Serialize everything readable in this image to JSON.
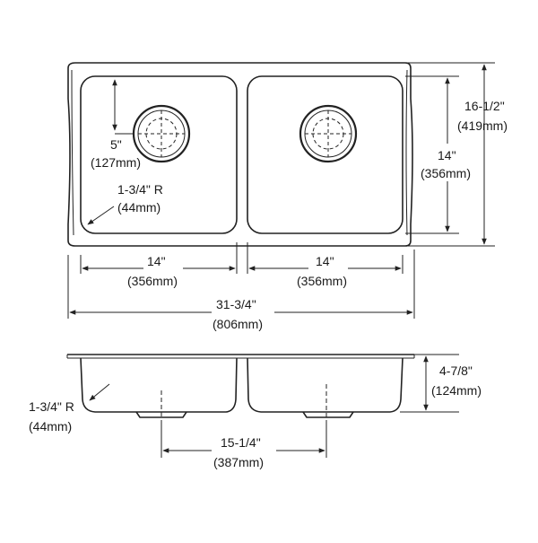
{
  "top_view": {
    "bowl_left_width": {
      "in": "14\"",
      "mm": "(356mm)"
    },
    "bowl_right_width": {
      "in": "14\"",
      "mm": "(356mm)"
    },
    "overall_width": {
      "in": "31-3/4\"",
      "mm": "(806mm)"
    },
    "overall_depth": {
      "in": "16-1/2\"",
      "mm": "(419mm)"
    },
    "bowl_depth": {
      "in": "14\"",
      "mm": "(356mm)"
    },
    "drain_offset": {
      "in": "5\"",
      "mm": "(127mm)"
    },
    "corner_radius": {
      "in": "1-3/4\" R",
      "mm": "(44mm)"
    }
  },
  "side_view": {
    "corner_radius": {
      "in": "1-3/4\" R",
      "mm": "(44mm)"
    },
    "drain_spacing": {
      "in": "15-1/4\"",
      "mm": "(387mm)"
    },
    "bowl_height": {
      "in": "4-7/8\"",
      "mm": "(124mm)"
    }
  }
}
